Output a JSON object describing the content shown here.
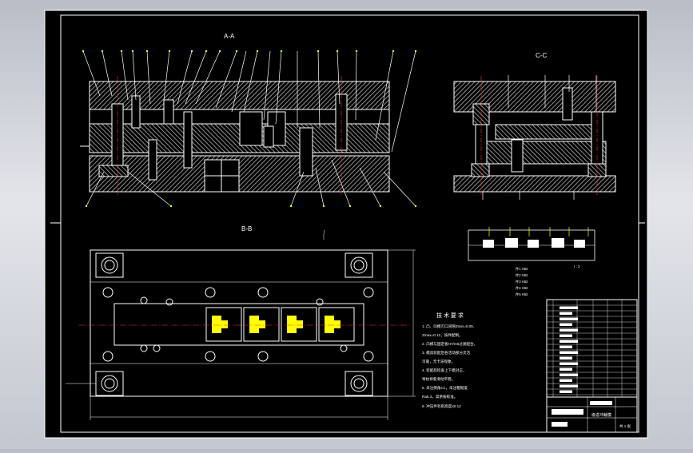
{
  "drawing": {
    "section_aa": "A-A",
    "section_cc": "C-C",
    "section_bb": "B-B",
    "detail_label": "I",
    "detail_scale": "I : 2",
    "part_labels": [
      "件1 H62",
      "件2 H62",
      "件3 H62",
      "件4 H62",
      "件5 H62"
    ]
  },
  "tech_requirements": {
    "title": "技 术 要 求",
    "lines": [
      "1. 凸、凹模刃口间隙Zmin=0.09,",
      "   Zmax=0.12，按件配制。",
      "2. 凸模与固定板H7/m6过渡配合。",
      "3. 模具装配后各活动部分灵活",
      "   可靠，无卡滞现象。",
      "4. 装配后检查上下模对正，",
      "   导柱导套滑动平稳。",
      "5. 未注倒角C1，未注粗糙度",
      "   Ra6.3，其余按标准。",
      "6. 冲压件毛刺高度≤0.12"
    ]
  },
  "title_block": {
    "drawing_name": "级进冲裁模",
    "sheet": "共 1 张"
  },
  "colors": {
    "background": "#000000",
    "outline": "#ffffff",
    "annotation": "#ffff00",
    "dimension": "#ff3030",
    "hatch": "#bdbdbd"
  }
}
